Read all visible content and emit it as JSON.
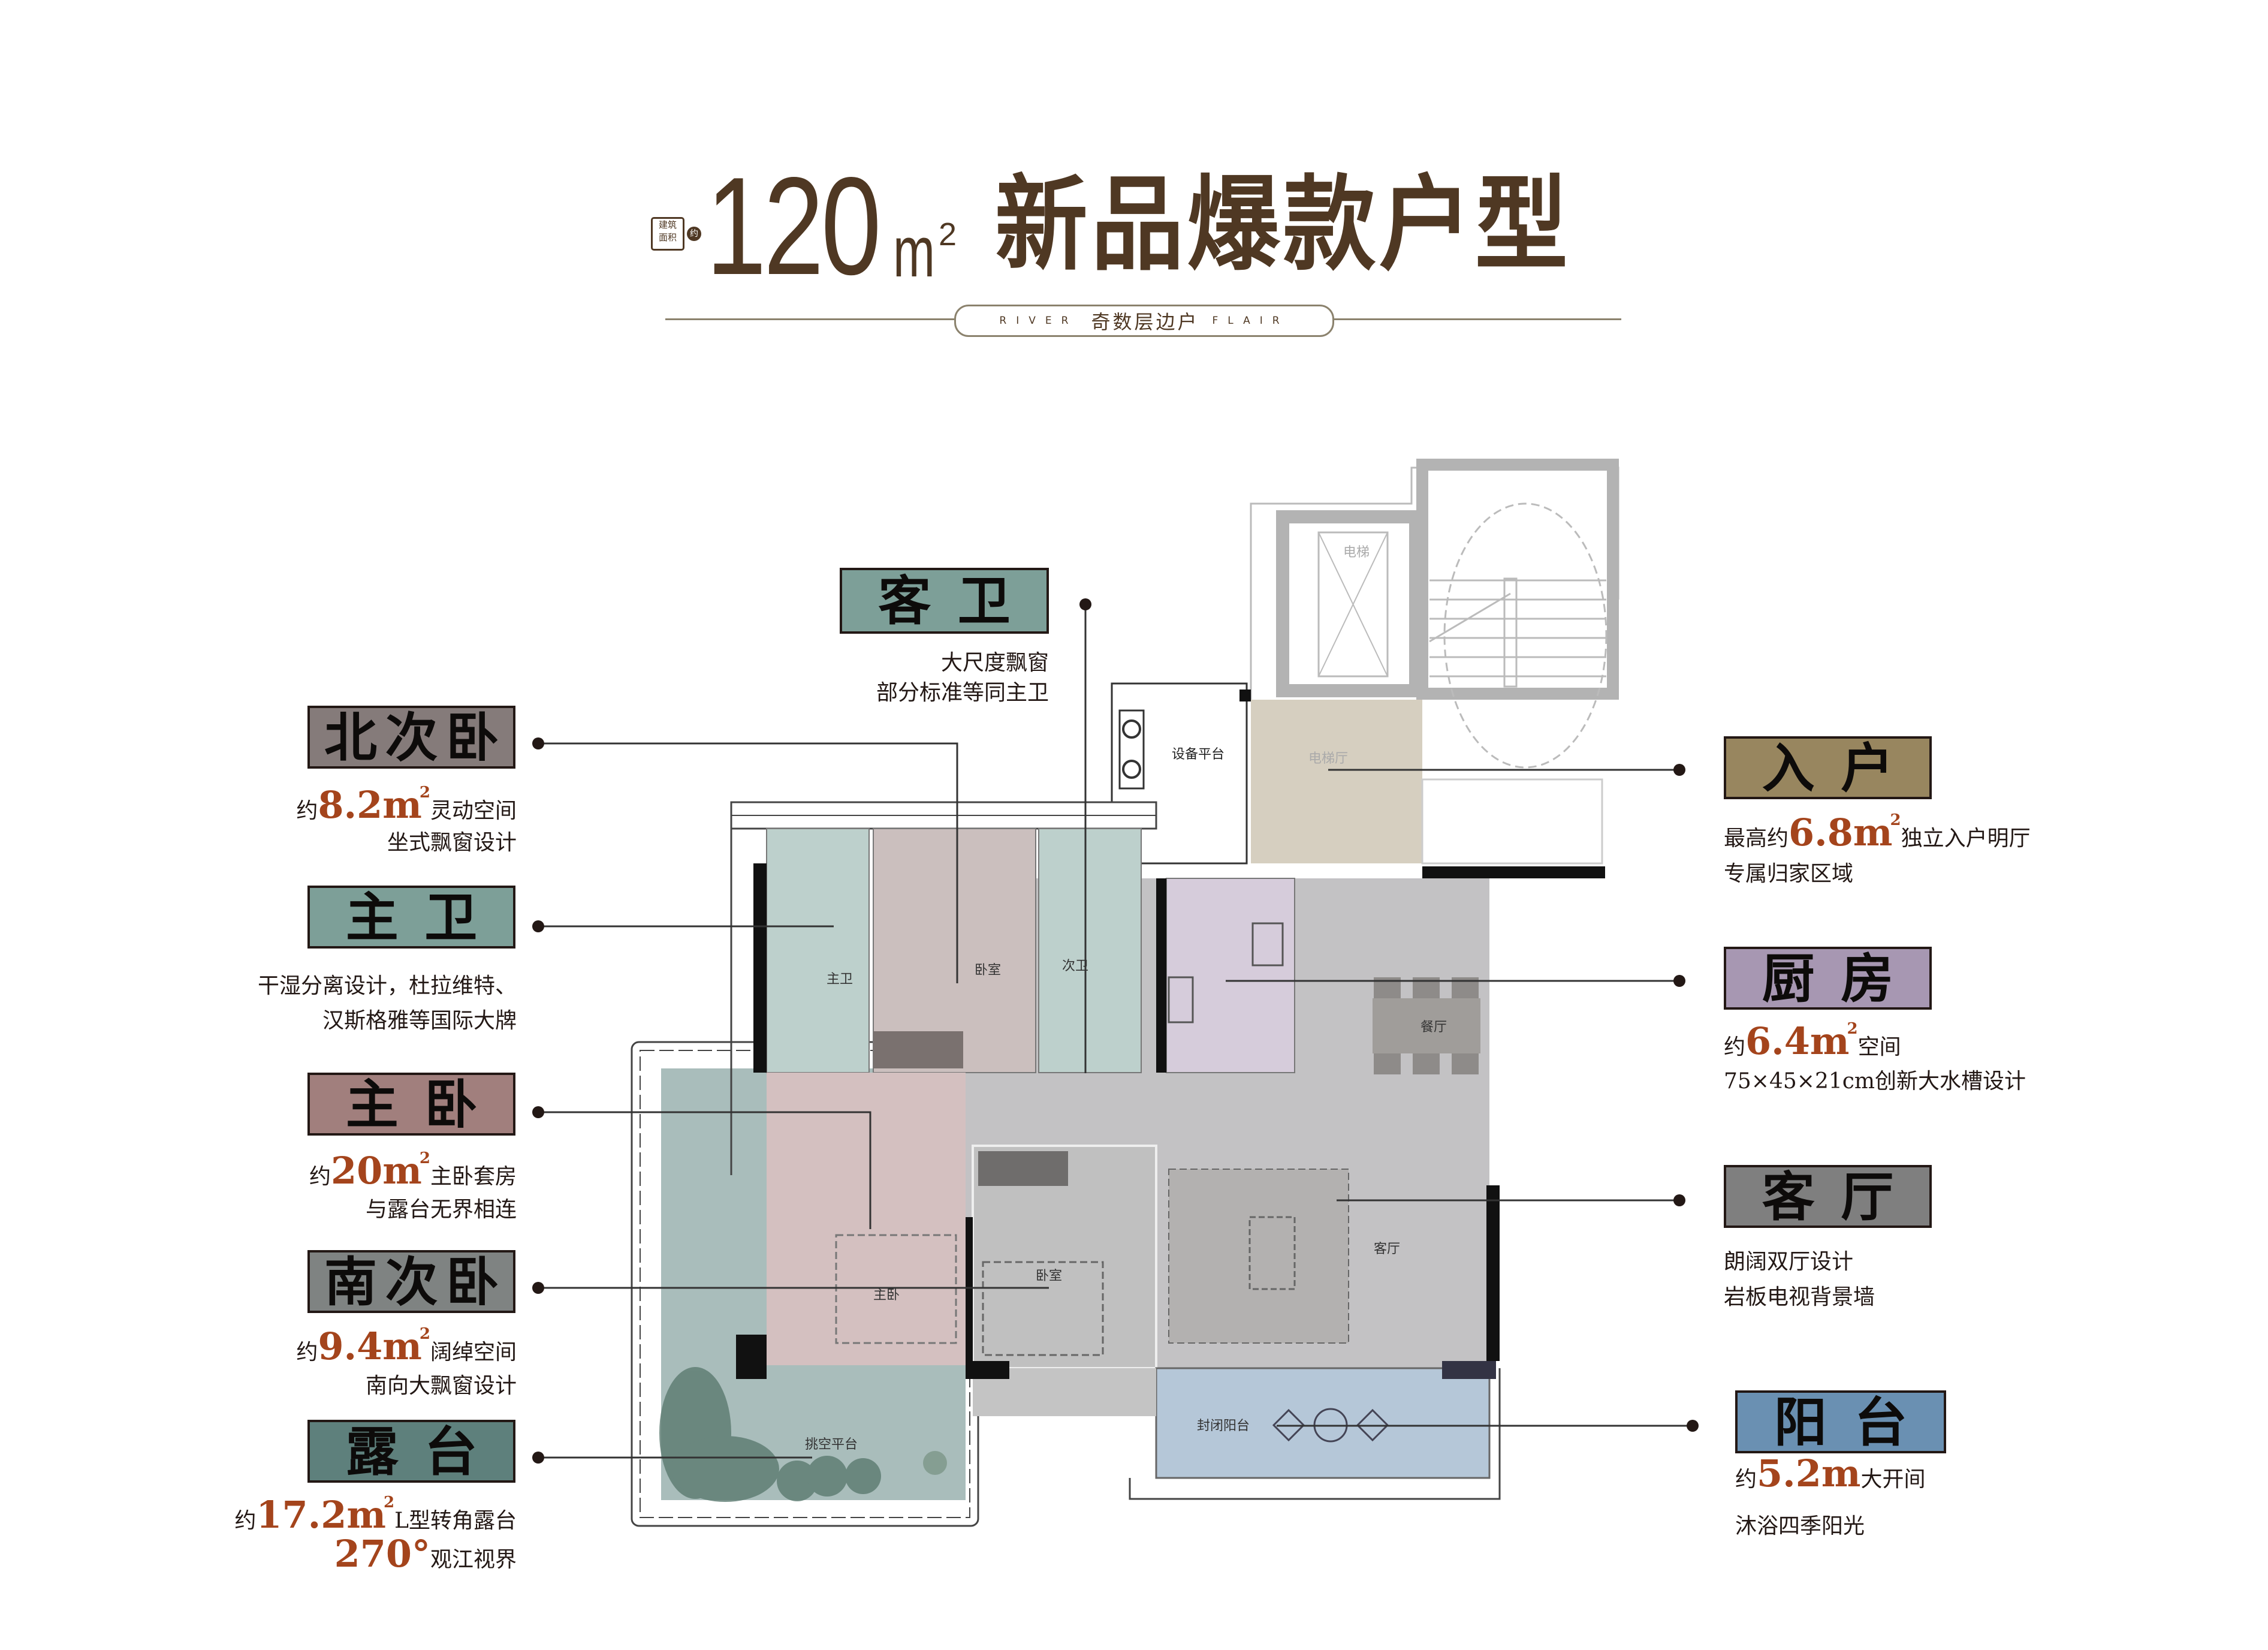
{
  "title": {
    "badge": [
      "建筑",
      "面积"
    ],
    "badge_about": "约",
    "area": "120",
    "unit": "m",
    "unit_sup": "2",
    "name": "新品爆款户型",
    "tagline_left": "RIVER",
    "tagline_cn": "奇数层边户",
    "tagline_right": "FLAIR"
  },
  "colors": {
    "title_brown": "#4f3823",
    "highlight": "#a4441c",
    "north_bedroom": "#857b7a",
    "master_bath": "#7d9f98",
    "master_bedroom": "#a17f7d",
    "south_bedroom": "#7f8382",
    "terrace": "#5e807c",
    "guest_bath": "#7d9f98",
    "entry": "#98865f",
    "kitchen": "#a797b2",
    "living": "#7f7f7f",
    "balcony": "#6a90b2"
  },
  "callouts": {
    "north_bedroom": {
      "chars": [
        "北",
        "次",
        "卧"
      ],
      "pre": "约",
      "num": "8.2m",
      "sup": "2",
      "post": "灵动空间",
      "line2": "坐式飘窗设计"
    },
    "master_bath": {
      "chars": [
        "主",
        "卫"
      ],
      "line1": "干湿分离设计，杜拉维特、",
      "line2": "汉斯格雅等国际大牌"
    },
    "master_bedroom": {
      "chars": [
        "主",
        "卧"
      ],
      "pre": "约",
      "num": "20m",
      "sup": "2",
      "post": "主卧套房",
      "line2": "与露台无界相连"
    },
    "south_bedroom": {
      "chars": [
        "南",
        "次",
        "卧"
      ],
      "pre": "约",
      "num": "9.4m",
      "sup": "2",
      "post": "阔绰空间",
      "line2": "南向大飘窗设计"
    },
    "terrace": {
      "chars": [
        "露",
        "台"
      ],
      "pre": "约",
      "num": "17.2m",
      "sup": "2",
      "post": "L型转角露台",
      "num2": "270°",
      "post2": "观江视界"
    },
    "guest_bath": {
      "chars": [
        "客",
        "卫"
      ],
      "line1": "大尺度飘窗",
      "line2": "部分标准等同主卫"
    },
    "entry": {
      "chars": [
        "入",
        "户"
      ],
      "pre": "最高约",
      "num": "6.8m",
      "sup": "2",
      "post": "独立入户明厅",
      "line2": "专属归家区域"
    },
    "kitchen": {
      "chars": [
        "厨",
        "房"
      ],
      "pre": "约",
      "num": "6.4m",
      "sup": "2",
      "post": "空间",
      "line2": "75×45×21cm创新大水槽设计"
    },
    "living": {
      "chars": [
        "客",
        "厅"
      ],
      "line1": "朗阔双厅设计",
      "line2": "岩板电视背景墙"
    },
    "balcony": {
      "chars": [
        "阳",
        "台"
      ],
      "pre": "约",
      "num": "5.2m",
      "post": "大开间",
      "line2": "沐浴四季阳光"
    }
  },
  "plan_labels": {
    "elevator": "电梯",
    "elevator_hall": "电梯厅",
    "equipment_platform": "设备平台",
    "master_bath": "主卫",
    "north_bedroom": "卧室",
    "guest_bath": "次卫",
    "dining": "餐厅",
    "living": "客厅",
    "south_bedroom": "卧室",
    "master_bedroom": "主卧",
    "terrace": "挑空平台",
    "balcony": "封闭阳台"
  }
}
